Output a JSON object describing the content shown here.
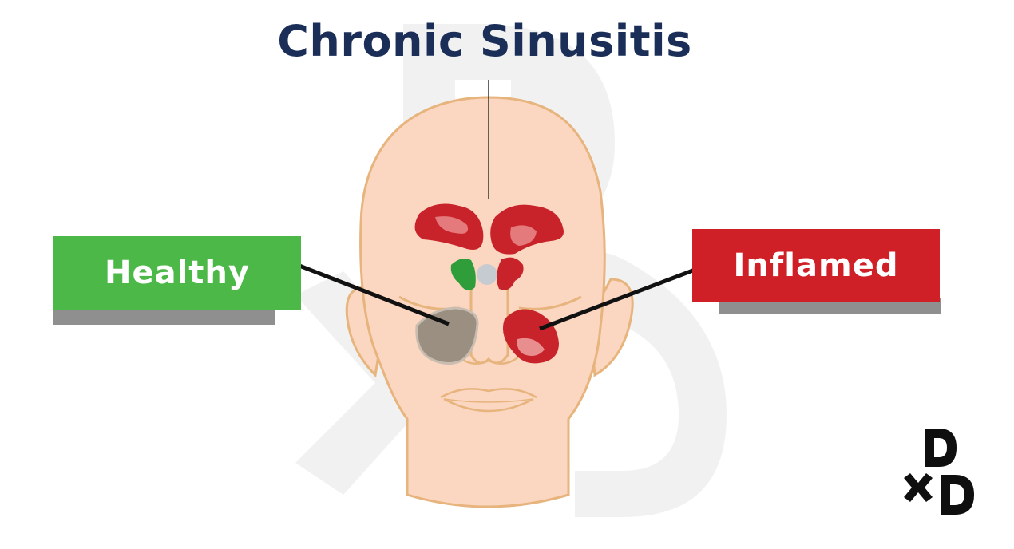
{
  "title": "Chronic Sinusitis",
  "labels": {
    "healthy": "Healthy",
    "inflamed": "Inflamed"
  },
  "colors": {
    "title": "#1a2e57",
    "healthy": "#4cb848",
    "inflamed": "#d02027",
    "skin": "#fbd6c0",
    "skin_outline": "#e6b47c",
    "inflamed_sinus": "#c8232a",
    "healthy_sinus": "#9a8f80",
    "healthy_small_sinus": "#2e9d3a"
  },
  "icons": {
    "logo": "dxd-logo-icon",
    "watermark": "dxd-watermark-icon"
  }
}
